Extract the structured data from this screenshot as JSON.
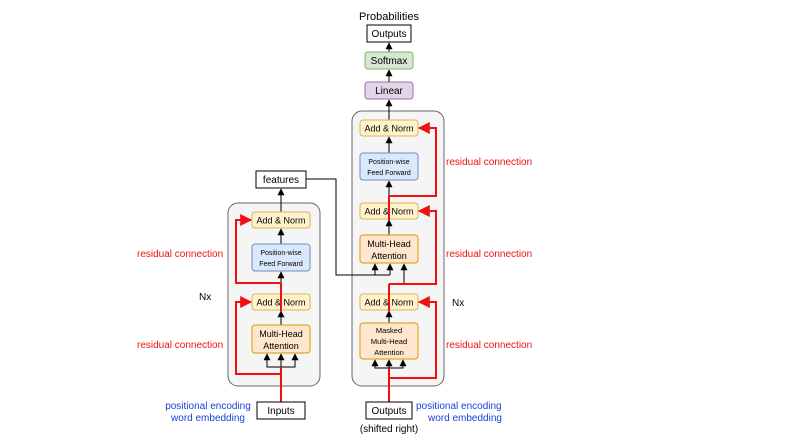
{
  "colors": {
    "residual": "#ee1111",
    "embedding_text": "#1a3fd6",
    "add_norm_fill": "#fff2cc",
    "add_norm_stroke": "#d6b656",
    "attention_fill": "#ffe6cc",
    "attention_stroke": "#d79b00",
    "ffn_fill": "#dae8fc",
    "ffn_stroke": "#6c8ebf",
    "softmax_fill": "#d5e8d4",
    "softmax_stroke": "#82b366",
    "linear_fill": "#e1d5e7",
    "linear_stroke": "#9673a6",
    "stack_fill": "#f5f5f5",
    "stack_stroke": "#666666"
  },
  "top": {
    "probabilities": "Probabilities",
    "outputs": "Outputs",
    "softmax": "Softmax",
    "linear": "Linear"
  },
  "encoder": {
    "features": "features",
    "add_norm_top": "Add & Norm",
    "ffn_line1": "Position-wise",
    "ffn_line2": "Feed Forward",
    "add_norm_bottom": "Add & Norm",
    "mha_line1": "Multi-Head",
    "mha_line2": "Attention",
    "nx": "Nx",
    "residual_top": "residual connection",
    "residual_bottom": "residual connection",
    "inputs": "Inputs",
    "pos_encoding": "positional encoding",
    "word_embedding": "word embedding"
  },
  "decoder": {
    "add_norm_top": "Add & Norm",
    "ffn_line1": "Position-wise",
    "ffn_line2": "Feed Forward",
    "add_norm_mid": "Add & Norm",
    "mha_line1": "Multi-Head",
    "mha_line2": "Attention",
    "add_norm_bottom": "Add & Norm",
    "masked_line1": "Masked",
    "masked_line2": "Multi-Head",
    "masked_line3": "Attention",
    "nx": "Nx",
    "residual_top": "residual connection",
    "residual_mid": "residual connection",
    "residual_bottom": "residual connection",
    "outputs": "Outputs",
    "shifted": "(shifted right)",
    "pos_encoding": "positional encoding",
    "word_embedding": "word embedding"
  }
}
